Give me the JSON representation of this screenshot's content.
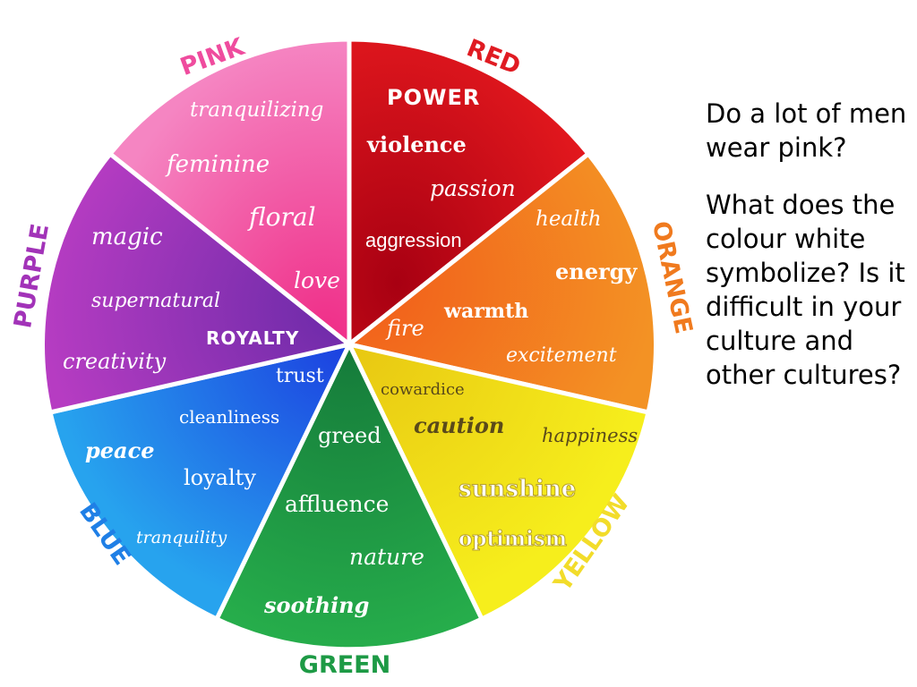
{
  "wheel": {
    "colors": [
      {
        "name": "RED",
        "fill": "#d8101e",
        "keywords": [
          {
            "text": "POWER",
            "style": "caps"
          },
          {
            "text": "violence",
            "style": "bold"
          },
          {
            "text": "passion",
            "style": "script"
          },
          {
            "text": "aggression",
            "style": "sans"
          }
        ]
      },
      {
        "name": "ORANGE",
        "fill": "#f06a1c",
        "keywords": [
          {
            "text": "health",
            "style": "script"
          },
          {
            "text": "energy",
            "style": "bold"
          },
          {
            "text": "warmth",
            "style": "bold"
          },
          {
            "text": "fire",
            "style": "script"
          },
          {
            "text": "excitement",
            "style": "script"
          }
        ]
      },
      {
        "name": "YELLOW",
        "fill": "#f2d20f",
        "keywords": [
          {
            "text": "cowardice",
            "style": "serif"
          },
          {
            "text": "caution",
            "style": "bolditalic"
          },
          {
            "text": "happiness",
            "style": "script"
          },
          {
            "text": "sunshine",
            "style": "outline"
          },
          {
            "text": "optimism",
            "style": "outline"
          }
        ]
      },
      {
        "name": "GREEN",
        "fill": "#1d9a45",
        "keywords": [
          {
            "text": "greed",
            "style": "serif"
          },
          {
            "text": "affluence",
            "style": "serif"
          },
          {
            "text": "nature",
            "style": "script"
          },
          {
            "text": "soothing",
            "style": "bolditalic"
          }
        ]
      },
      {
        "name": "BLUE",
        "fill": "#1f6fe6",
        "keywords": [
          {
            "text": "trust",
            "style": "serif"
          },
          {
            "text": "cleanliness",
            "style": "serif"
          },
          {
            "text": "peace",
            "style": "bolditalic"
          },
          {
            "text": "loyalty",
            "style": "serif"
          },
          {
            "text": "tranquility",
            "style": "script"
          }
        ]
      },
      {
        "name": "PURPLE",
        "fill": "#9b2fb5",
        "keywords": [
          {
            "text": "magic",
            "style": "script"
          },
          {
            "text": "supernatural",
            "style": "script"
          },
          {
            "text": "ROYALTY",
            "style": "caps"
          },
          {
            "text": "creativity",
            "style": "script"
          }
        ]
      },
      {
        "name": "PINK",
        "fill": "#ee3d96",
        "keywords": [
          {
            "text": "tranquilizing",
            "style": "script"
          },
          {
            "text": "feminine",
            "style": "script"
          },
          {
            "text": "floral",
            "style": "script"
          },
          {
            "text": "love",
            "style": "script"
          }
        ]
      }
    ]
  },
  "questions": {
    "q1": "Do a lot of men wear pink?",
    "q2": "What does the colour white symbolize? Is it difficult in your culture and other cultures?"
  }
}
